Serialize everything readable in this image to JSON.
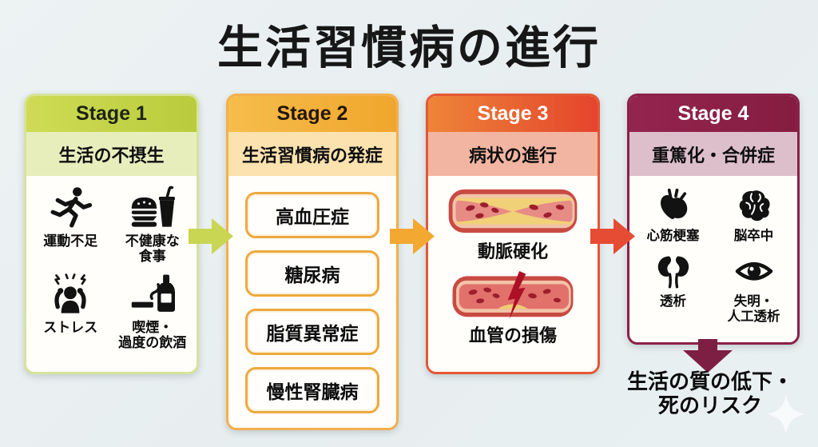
{
  "title": "生活習慣病の進行",
  "stages": [
    {
      "label": "Stage 1",
      "subtitle": "生活の不摂生",
      "accent": "#c2d148",
      "items": [
        {
          "icon": "runner-icon",
          "label": "運動不足"
        },
        {
          "icon": "fast-food-icon",
          "label": "不健康な\n食事"
        },
        {
          "icon": "stress-icon",
          "label": "ストレス"
        },
        {
          "icon": "smoking-alcohol-icon",
          "label": "喫煙・\n過度の飲酒"
        }
      ]
    },
    {
      "label": "Stage 2",
      "subtitle": "生活習慣病の発症",
      "accent": "#f2ab38",
      "items": [
        {
          "label": "高血圧症"
        },
        {
          "label": "糖尿病"
        },
        {
          "label": "脂質異常症"
        },
        {
          "label": "慢性腎臓病"
        }
      ]
    },
    {
      "label": "Stage 3",
      "subtitle": "病状の進行",
      "accent": "#e6532f",
      "items": [
        {
          "icon": "narrowed-artery-illustration",
          "label": "動脈硬化"
        },
        {
          "icon": "damaged-artery-illustration",
          "label": "血管の損傷"
        }
      ]
    },
    {
      "label": "Stage 4",
      "subtitle": "重篤化・合併症",
      "accent": "#8c2047",
      "items": [
        {
          "icon": "heart-icon",
          "label": "心筋梗塞"
        },
        {
          "icon": "brain-icon",
          "label": "脳卒中"
        },
        {
          "icon": "kidneys-icon",
          "label": "透析"
        },
        {
          "icon": "eye-icon",
          "label": "失明・\n人工透析"
        }
      ]
    }
  ],
  "arrows": {
    "stage1_to_2": "#c9d654",
    "stage2_to_3": "#f3a832",
    "stage3_to_4": "#e64c33",
    "stage4_down": "#7d1f43"
  },
  "outcome": "生活の質の低下・\n死のリスク",
  "colors": {
    "background": "#eaf0f1",
    "title_text": "#171717"
  }
}
